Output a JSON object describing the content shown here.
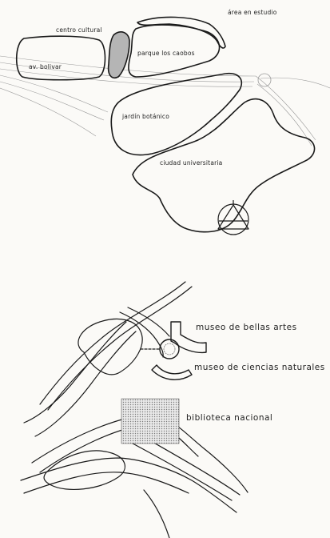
{
  "top_map": {
    "labels": {
      "centro_cultural": "centro cultural",
      "area_en_estudio": "área en estudio",
      "parque_los_caobos": "parque los caobos",
      "av_bolivar": "av. bolivar",
      "jardin_botanico": "jardín botánico",
      "ciudad_universitaria": "ciudad universitaria"
    },
    "north_symbol": "north-arrow-icon"
  },
  "bottom_map": {
    "labels": {
      "museo_bellas_artes": "museo de bellas artes",
      "museo_ciencias_naturales": "museo de ciencias naturales",
      "biblioteca_nacional": "biblioteca nacional"
    }
  },
  "colors": {
    "ink": "#1a1a1a",
    "paper": "#fbfaf7",
    "grey_fill": "#b5b5b5",
    "hatch": "#8a8a8a"
  }
}
